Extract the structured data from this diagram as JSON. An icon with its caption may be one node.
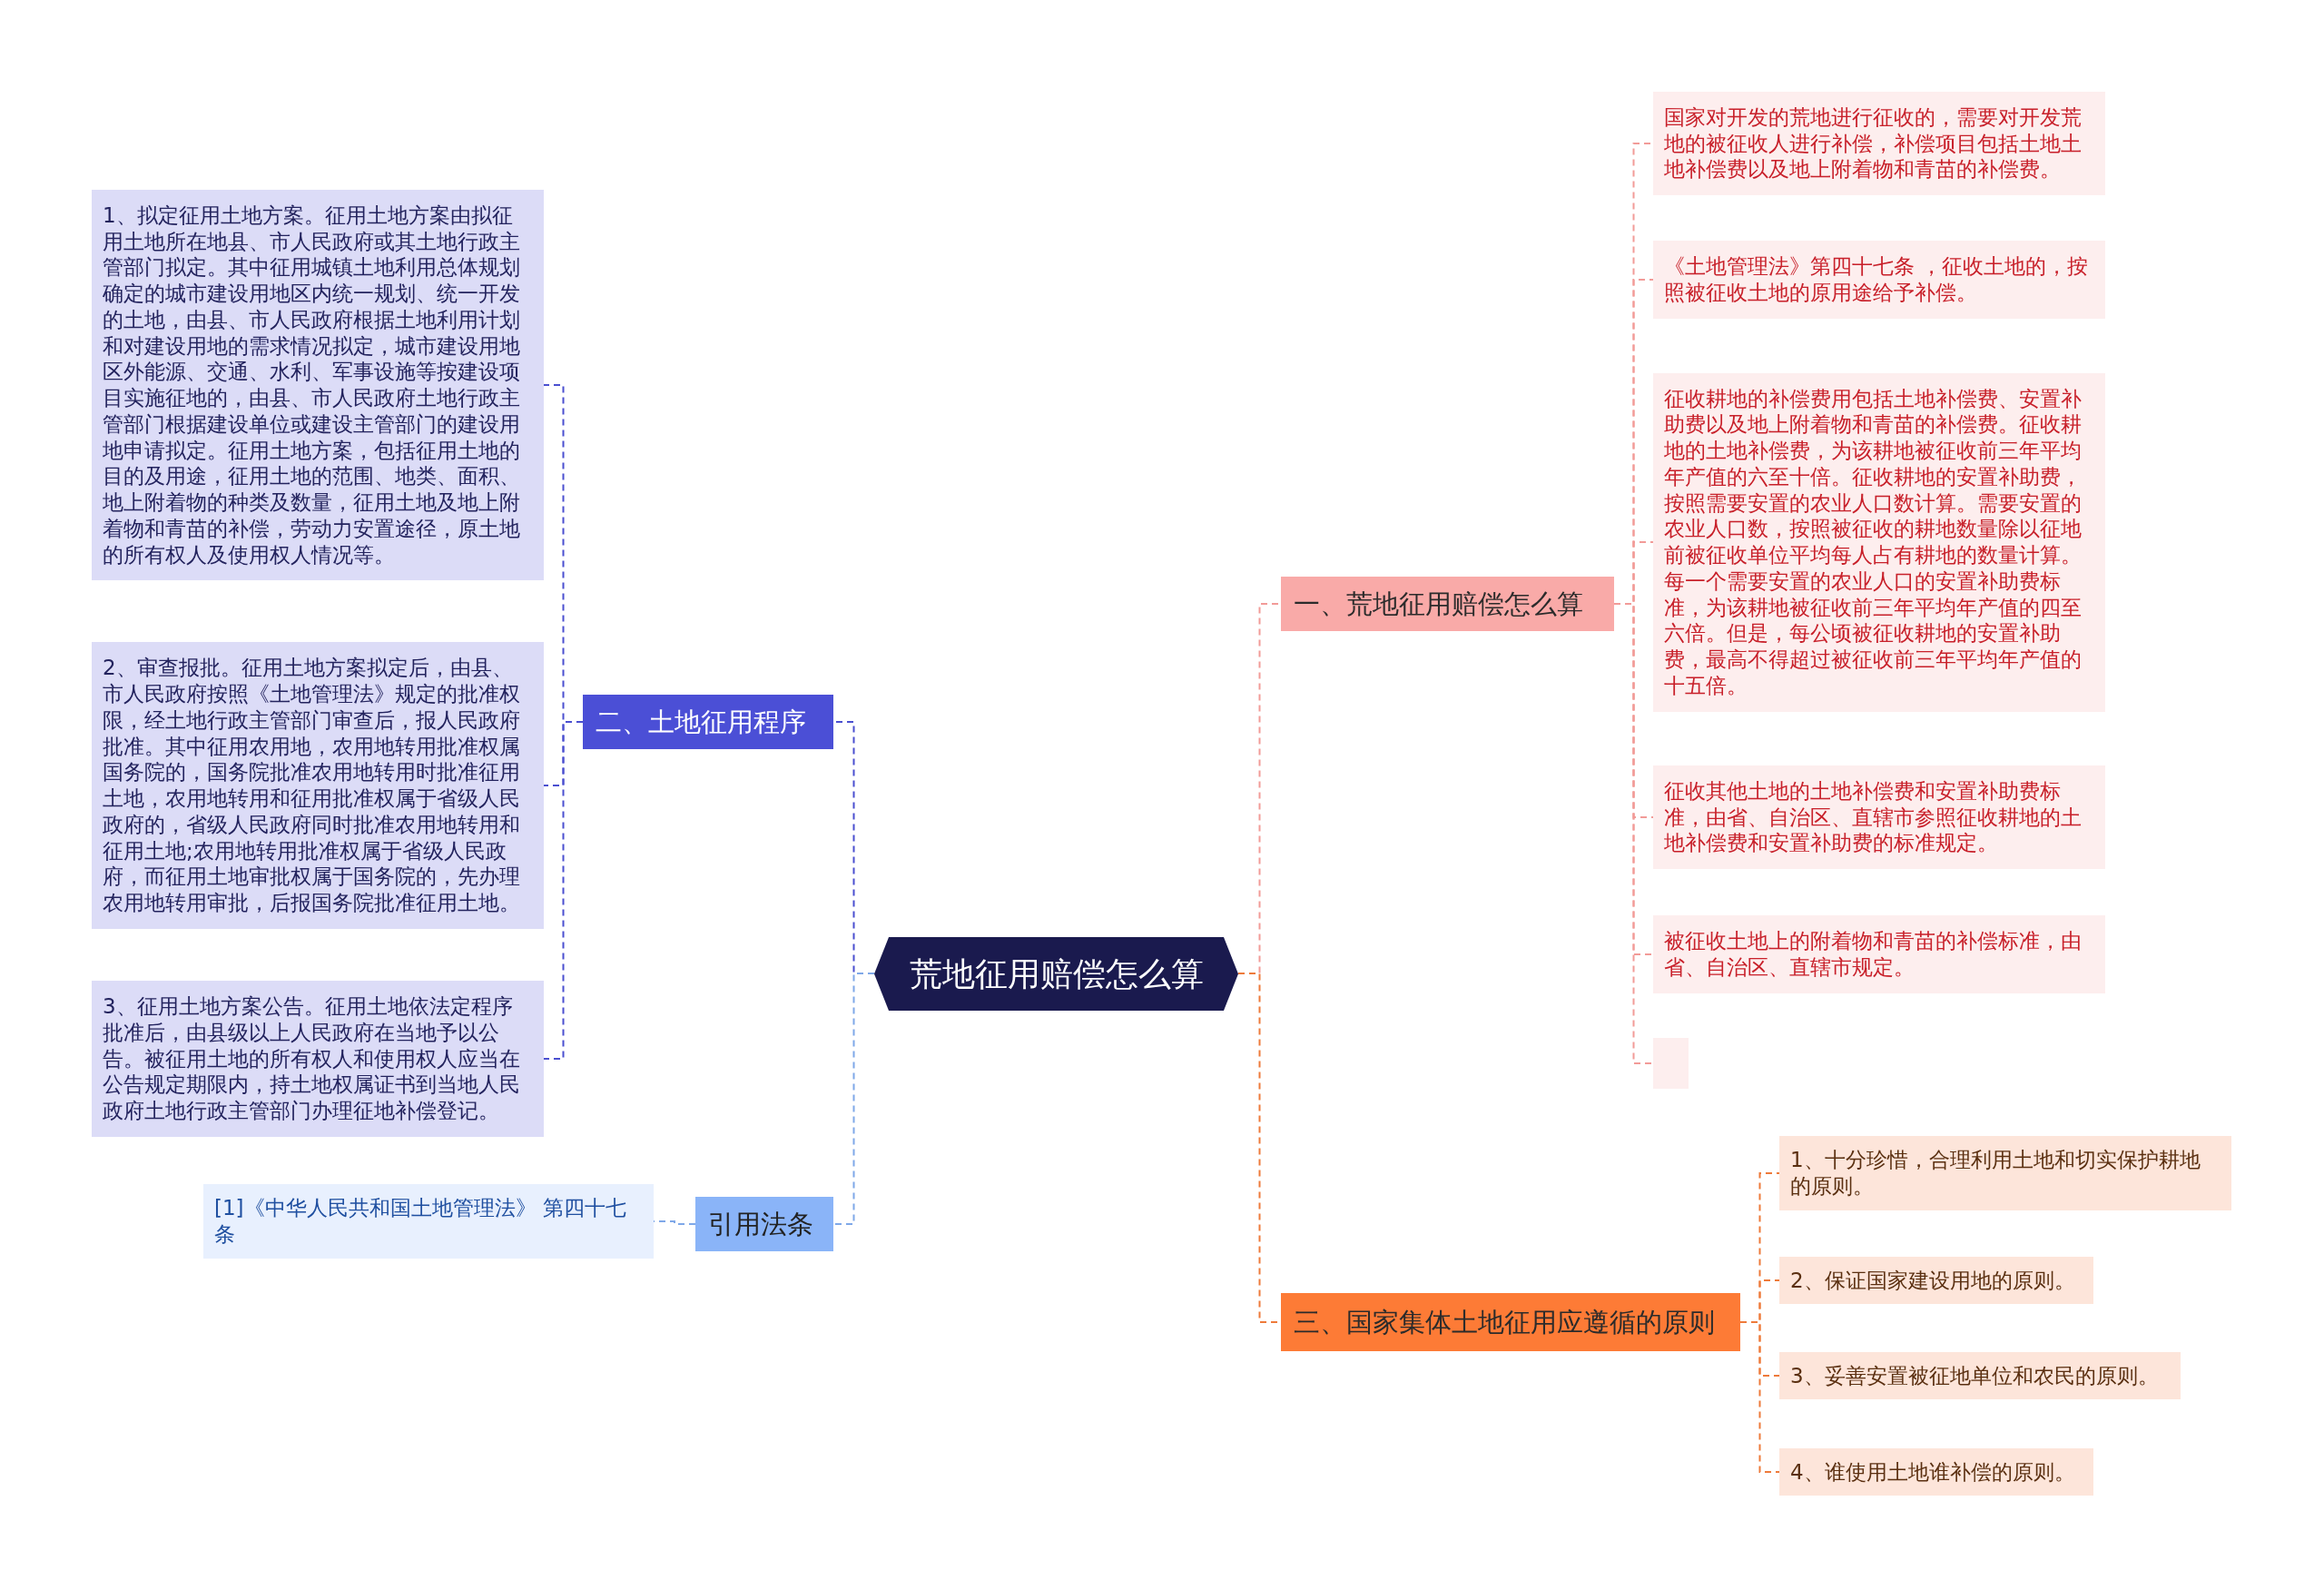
{
  "diagram": {
    "nodes": [
      {
        "text": [
          "荒地征用赔偿怎么算"
        ]
      },
      {
        "text": [
          "一、荒地征用赔偿怎么算"
        ]
      },
      {
        "text": [
          "国家对开发的荒地进行征收的，需要对开发荒地的被征收人进行补偿，补偿项目包括土地土地补偿费以及地上附着物和青苗的补偿费。"
        ]
      },
      {
        "text": [
          "《土地管理法》第四十七条 ，征收土地的，按照被征收土地的原用途给予补偿。"
        ]
      },
      {
        "text": [
          "征收耕地的补偿费用包括土地补偿费、安置补助费以及地上附着物和青苗的补偿费。征收耕地的土地补偿费，为该耕地被征收前三年平均年产值的六至十倍。征收耕地的安置补助费，按照需要安置的农业人口数计算。需要安置的农业人口数，按照被征收的耕地数量除以征地前被征收单位平均每人占有耕地的数量计算。每一个需要安置的农业人口的安置补助费标准，为该耕地被征收前三年平均年产值的四至六倍。但是，每公顷被征收耕地的安置补助费，最高不得超过被征收前三年平均年产值的十五倍。"
        ]
      },
      {
        "text": [
          "征收其他土地的土地补偿费和安置补助费标准，由省、自治区、直辖市参照征收耕地的土地补偿费和安置补助费的标准规定。"
        ]
      },
      {
        "text": [
          "被征收土地上的附着物和青苗的补偿标准，由省、自治区、直辖市规定。"
        ]
      },
      {
        "text": [],
        "shape": "box"
      },
      {
        "text": [
          "三、国家集体土地征用应遵循的原则"
        ]
      },
      {
        "text": [
          "1、十分珍惜，合理利用土地和切实保护耕地的原则。"
        ]
      },
      {
        "text": [
          "2、保证国家建设用地的原则。"
        ]
      },
      {
        "text": [
          "3、妥善安置被征地单位和农民的原则。"
        ]
      },
      {
        "text": [
          "4、谁使用土地谁补偿的原则。"
        ]
      },
      {
        "text": [
          "二、土地征用程序"
        ]
      },
      {
        "text": [
          "1、拟定征用土地方案。征用土地方案由拟征用土地所在地县、市人民政府或其土地行政主管部门拟定。其中征用城镇土地利用总体规划确定的城市建设用地区内统一规划、统一开发的土地，由县、市人民政府根据土地利用计划和对建设用地的需求情况拟定，城市建设用地区外能源、交通、水利、军事设施等按建设项目实施征地的，由县、市人民政府土地行政主管部门根据建设单位或建设主管部门的建设用地申请拟定。征用土地方案，包括征用土地的目的及用途，征用土地的范围、地类、面积、地上附着物的种类及数量，征用土地及地上附着物和青苗的补偿，劳动力安置途径，原土地的所有权人及使用权人情况等。"
        ]
      },
      {
        "text": [
          "2、审查报批。征用土地方案拟定后，由县、市人民政府按照《土地管理法》规定的批准权限，经土地行政主管部门审查后，报人民政府批准。其中征用农用地，农用地转用批准权属国务院的，国务院批准农用地转用时批准征用土地，农用地转用和征用批准权属于省级人民政府的，省级人民政府同时批准农用地转用和征用土地;农用地转用批准权属于省级人民政府，而征用土地审批权属于国务院的，先办理农用地转用审批，后报国务院批准征用土地。"
        ]
      },
      {
        "text": [
          "3、征用土地方案公告。征用土地依法定程序批准后，由县级以上人民政府在当地予以公告。被征用土地的所有权人和使用权人应当在公告规定期限内，持土地权属证书到当地人民政府土地行政主管部门办理征地补偿登记。"
        ]
      },
      {
        "text": [
          "引用法条"
        ]
      },
      {
        "text": [
          "[1]《中华人民共和国土地管理法》 第四十七条"
        ]
      }
    ],
    "edges": [
      {
        "from": 0,
        "to": 1,
        "arrow": "none",
        "style": "dashed",
        "color": "#f29b98"
      },
      {
        "from": 1,
        "to": 2,
        "arrow": "none",
        "style": "dashed",
        "color": "#f29b98"
      },
      {
        "from": 1,
        "to": 3,
        "arrow": "none",
        "style": "dashed",
        "color": "#f29b98"
      },
      {
        "from": 1,
        "to": 4,
        "arrow": "none",
        "style": "dashed",
        "color": "#f29b98"
      },
      {
        "from": 1,
        "to": 5,
        "arrow": "none",
        "style": "dashed",
        "color": "#f29b98"
      },
      {
        "from": 1,
        "to": 6,
        "arrow": "none",
        "style": "dashed",
        "color": "#f29b98"
      },
      {
        "from": 1,
        "to": 7,
        "arrow": "none",
        "style": "dashed",
        "color": "#f29b98"
      },
      {
        "from": 0,
        "to": 8,
        "arrow": "none",
        "style": "dashed",
        "color": "#ee7a3a"
      },
      {
        "from": 8,
        "to": 9,
        "arrow": "none",
        "style": "dashed",
        "color": "#ee7a3a"
      },
      {
        "from": 8,
        "to": 10,
        "arrow": "none",
        "style": "dashed",
        "color": "#ee7a3a"
      },
      {
        "from": 8,
        "to": 11,
        "arrow": "none",
        "style": "dashed",
        "color": "#ee7a3a"
      },
      {
        "from": 8,
        "to": 12,
        "arrow": "none",
        "style": "dashed",
        "color": "#ee7a3a"
      },
      {
        "from": 0,
        "to": 13,
        "arrow": "none",
        "style": "dashed",
        "color": "#4a4fd0"
      },
      {
        "from": 13,
        "to": 14,
        "arrow": "none",
        "style": "dashed",
        "color": "#4a4fd0"
      },
      {
        "from": 13,
        "to": 15,
        "arrow": "none",
        "style": "dashed",
        "color": "#4a4fd0"
      },
      {
        "from": 13,
        "to": 16,
        "arrow": "none",
        "style": "dashed",
        "color": "#4a4fd0"
      },
      {
        "from": 0,
        "to": 17,
        "arrow": "none",
        "style": "dashed",
        "color": "#7fa8e8"
      },
      {
        "from": 17,
        "to": 18,
        "arrow": "none",
        "style": "dashed",
        "color": "#7fa8e8"
      }
    ]
  }
}
